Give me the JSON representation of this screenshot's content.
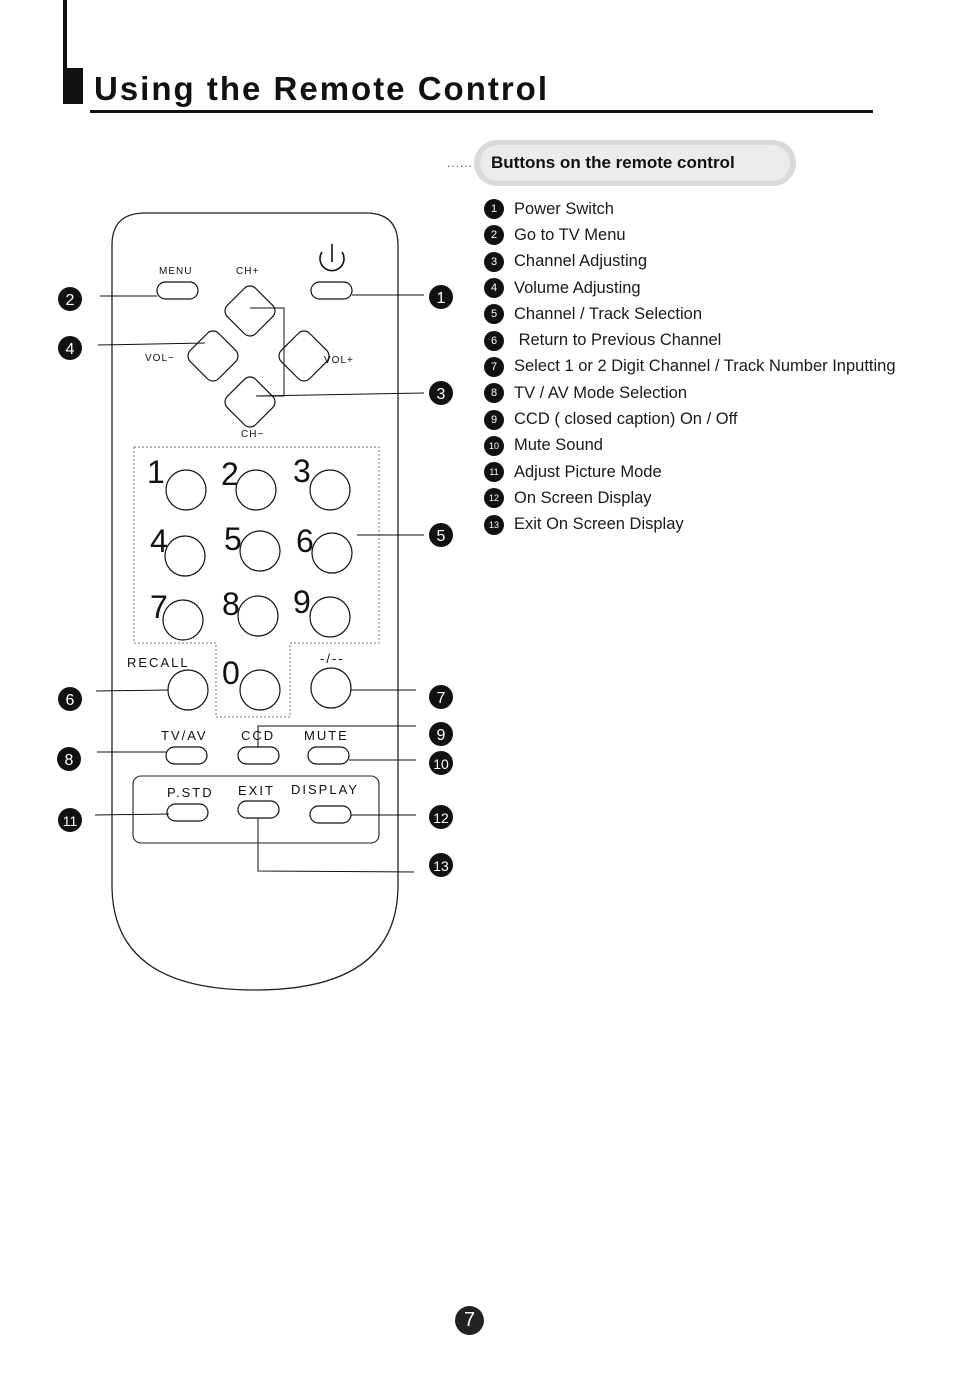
{
  "page": {
    "title": "Using the Remote Control",
    "section_label": "Buttons on the remote control",
    "section_dots": "......",
    "page_number": "7"
  },
  "legend": [
    {
      "num": "1",
      "text": "Power Switch"
    },
    {
      "num": "2",
      "text": "Go to TV Menu"
    },
    {
      "num": "3",
      "text": "Channel Adjusting"
    },
    {
      "num": "4",
      "text": "Volume Adjusting"
    },
    {
      "num": "5",
      "text": "Channel / Track Selection"
    },
    {
      "num": "6",
      "text": " Return to Previous Channel"
    },
    {
      "num": "7",
      "text": "Select 1 or 2 Digit Channel / Track Number Inputting"
    },
    {
      "num": "8",
      "text": "TV / AV Mode Selection"
    },
    {
      "num": "9",
      "text": "CCD ( closed caption) On / Off"
    },
    {
      "num": "10",
      "text": "Mute Sound"
    },
    {
      "num": "11",
      "text": "Adjust Picture Mode"
    },
    {
      "num": "12",
      "text": "On Screen Display"
    },
    {
      "num": "13",
      "text": "Exit On Screen Display"
    }
  ],
  "remote": {
    "menu": "MENU",
    "ch_plus": "CH+",
    "ch_minus": "CH−",
    "vol_minus": "VOL−",
    "vol_plus": "VOL+",
    "power_icon": "power-icon",
    "digits": [
      "1",
      "2",
      "3",
      "4",
      "5",
      "6",
      "7",
      "8",
      "9",
      "0"
    ],
    "recall": "RECALL",
    "dash": "-/--",
    "tvav": "TV/AV",
    "ccd": "CCD",
    "mute": "MUTE",
    "pstd": "P.STD",
    "exit": "EXIT",
    "display": "DISPLAY"
  },
  "callouts": {
    "c1": "1",
    "c2": "2",
    "c3": "3",
    "c4": "4",
    "c5": "5",
    "c6": "6",
    "c7": "7",
    "c8": "8",
    "c9": "9",
    "c10": "10",
    "c11": "11",
    "c12": "12",
    "c13": "13"
  }
}
